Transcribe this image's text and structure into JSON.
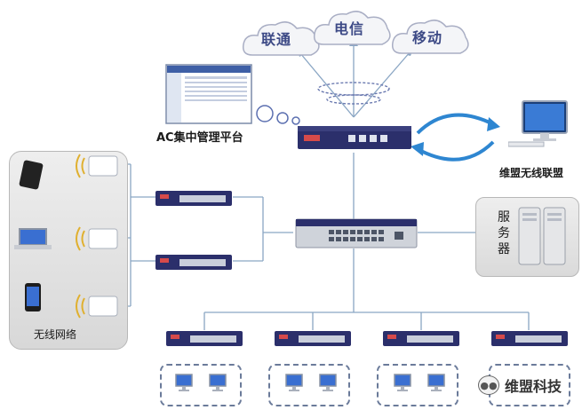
{
  "clouds": {
    "unicom": "联通",
    "telecom": "电信",
    "mobile": "移动"
  },
  "labels": {
    "ac_platform": "AC集中管理平台",
    "alliance": "维盟无线联盟",
    "wireless_network": "无线网络",
    "servers": "服务器"
  },
  "watermark": {
    "text": "维盟科技"
  },
  "colors": {
    "link_line": "#7f9db9",
    "device_navy": "#2b2f6b",
    "cloud_fill": "#f4f5f8",
    "arrow_blue": "#2e86d1"
  }
}
